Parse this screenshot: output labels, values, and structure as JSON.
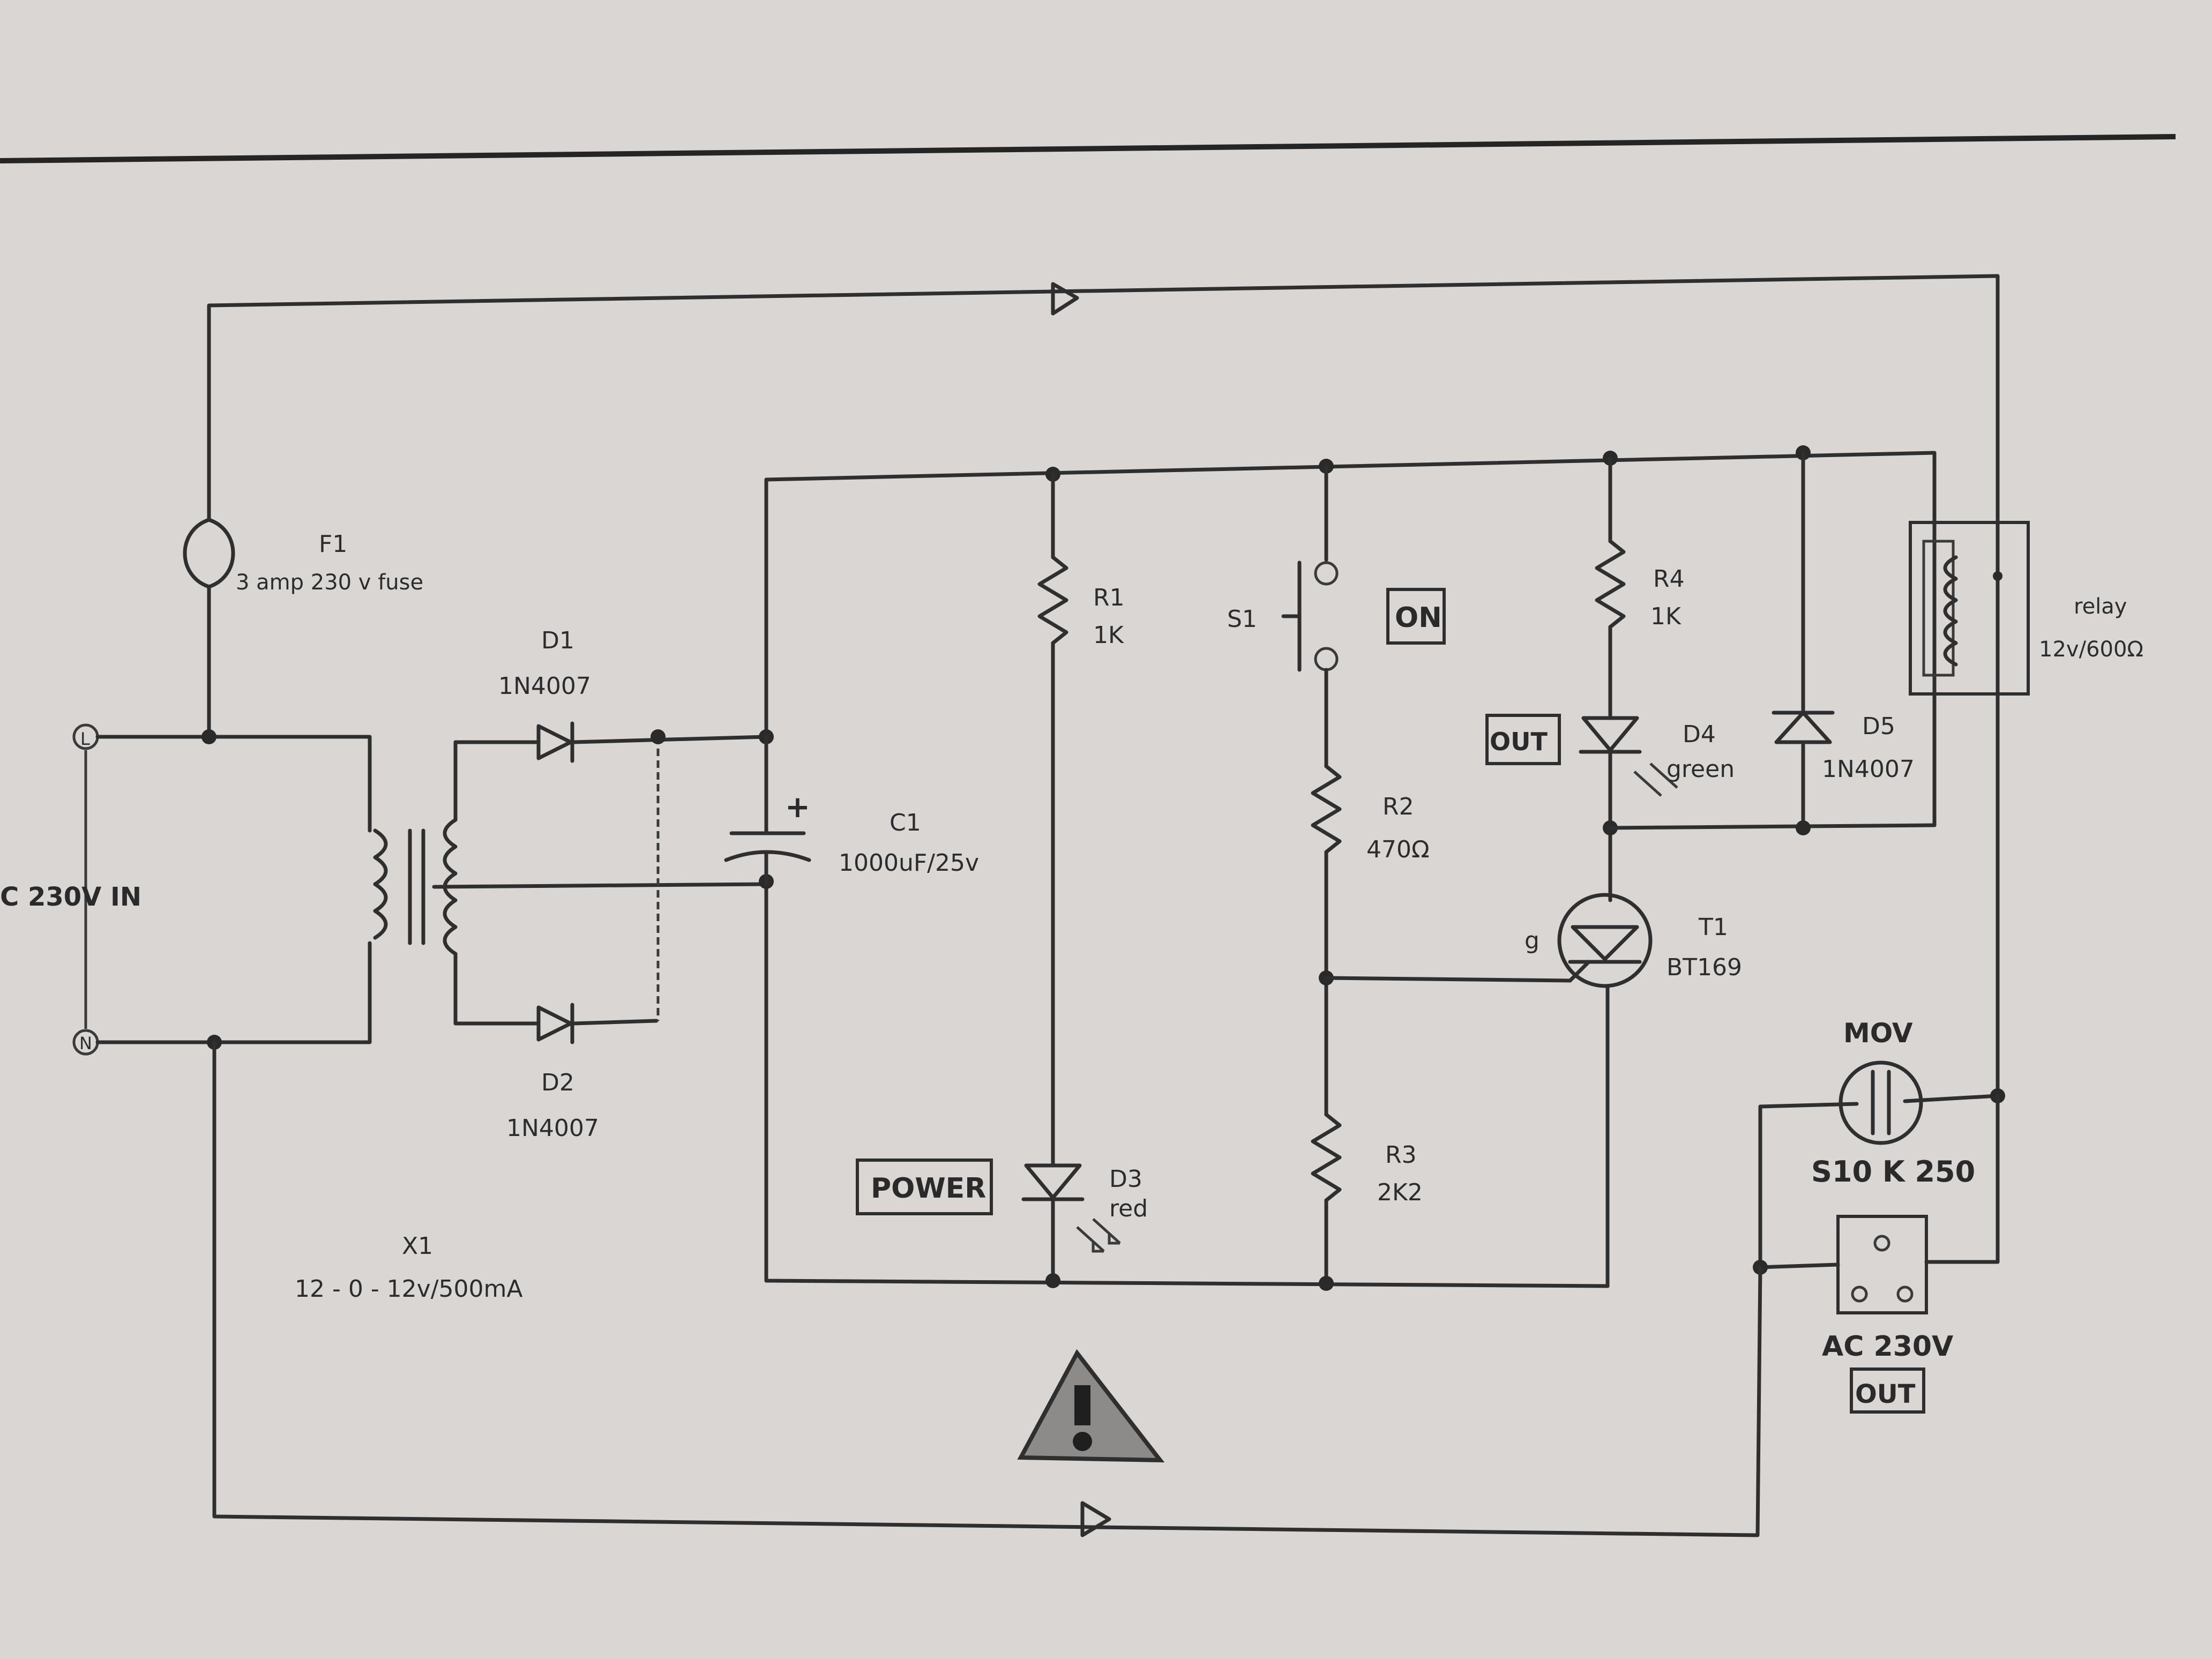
{
  "input_label": "C 230V IN",
  "terminal_live": "L",
  "terminal_neutral": "N",
  "fuse": {
    "ref": "F1",
    "value": "3 amp 230 v fuse"
  },
  "transformer": {
    "ref": "X1",
    "value": "12 - 0 - 12v/500mA"
  },
  "diode1": {
    "ref": "D1",
    "value": "1N4007"
  },
  "diode2": {
    "ref": "D2",
    "value": "1N4007"
  },
  "capacitor": {
    "ref": "C1",
    "value": "1000uF/25v",
    "polarity": "+"
  },
  "r1": {
    "ref": "R1",
    "value": "1K"
  },
  "switch": {
    "ref": "S1",
    "tag": "ON"
  },
  "r2": {
    "ref": "R2",
    "value": "470Ω"
  },
  "r3": {
    "ref": "R3",
    "value": "2K2"
  },
  "r4": {
    "ref": "R4",
    "value": "1K"
  },
  "led_power": {
    "ref": "D3",
    "color": "red",
    "tag": "POWER"
  },
  "led_out": {
    "ref": "D4",
    "color": "green",
    "tag": "OUT"
  },
  "diode5": {
    "ref": "D5",
    "value": "1N4007"
  },
  "scr": {
    "ref": "T1",
    "value": "BT169",
    "gate": "g"
  },
  "relay": {
    "label": "relay",
    "value": "12v/600Ω"
  },
  "mov": {
    "ref": "MOV",
    "value": "S10 K 250"
  },
  "output_socket": {
    "label": "AC 230V",
    "tag": "OUT"
  }
}
